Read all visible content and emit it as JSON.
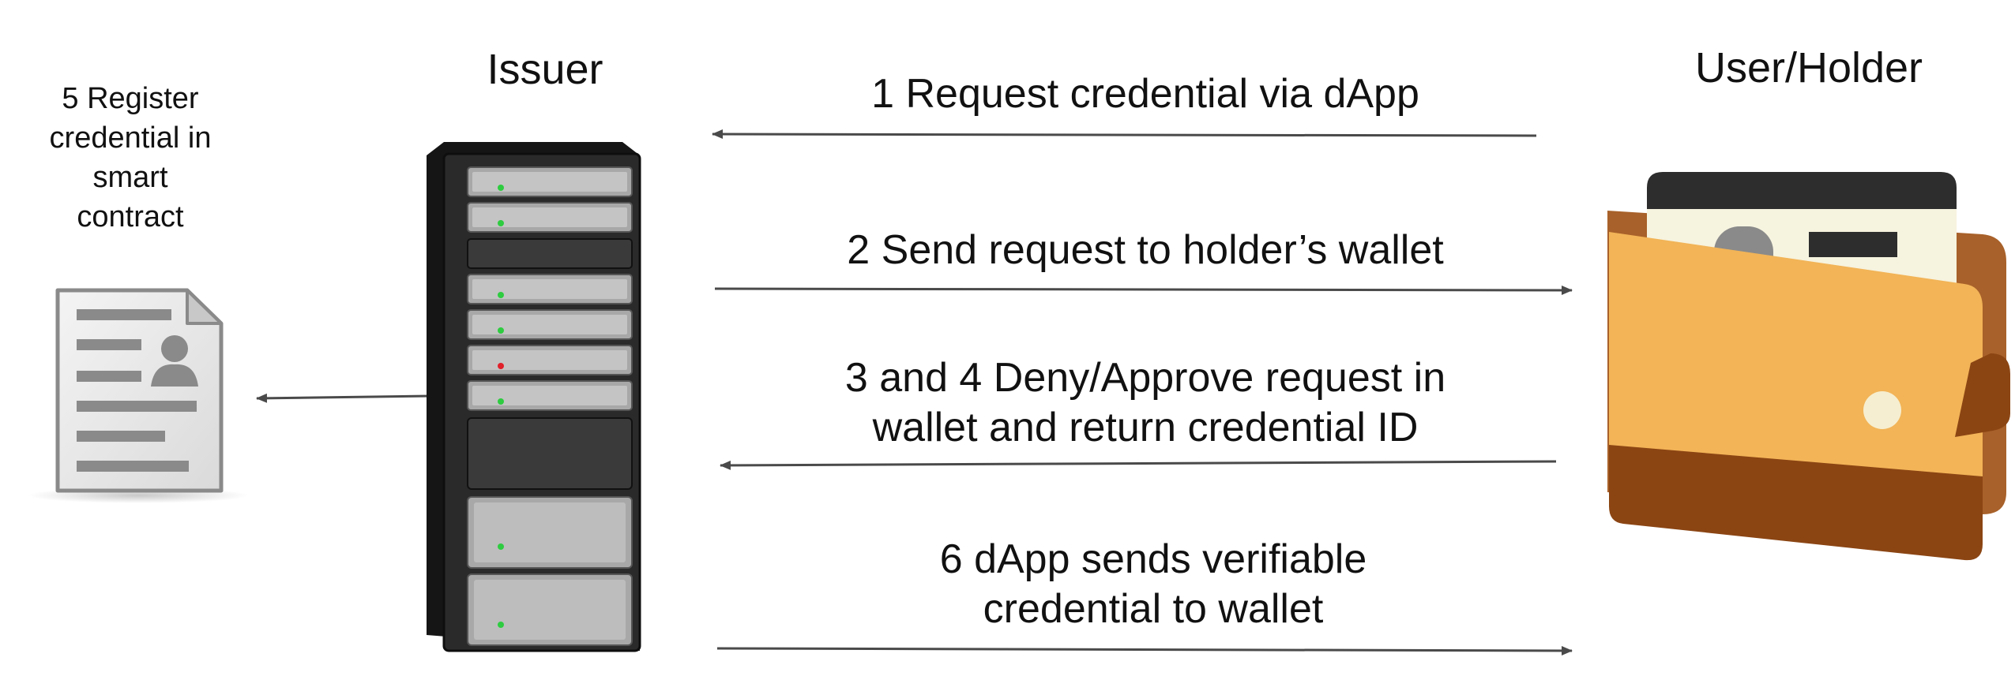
{
  "actors": {
    "issuer_label": "Issuer",
    "holder_label": "User/Holder"
  },
  "steps": {
    "step1": "1 Request credential via dApp",
    "step2": "2 Send request to holder’s wallet",
    "step34_line1": "3 and 4 Deny/Approve request in",
    "step34_line2": "wallet and return credential ID",
    "step5_line1": "5 Register",
    "step5_line2": "credential in",
    "step5_line3": "smart",
    "step5_line4": "contract",
    "step6_line1": "6 dApp sends verifiable",
    "step6_line2": "credential to wallet"
  },
  "icons": {
    "document": "credential-document-icon",
    "server": "server-rack-icon",
    "wallet": "wallet-icon"
  },
  "colors": {
    "arrow": "#4a4a4a",
    "wallet_tan": "#f2b457",
    "wallet_brown": "#8b4513",
    "server_dark": "#1e1e1e",
    "led_green": "#2ecc40",
    "led_red": "#e0202a"
  }
}
